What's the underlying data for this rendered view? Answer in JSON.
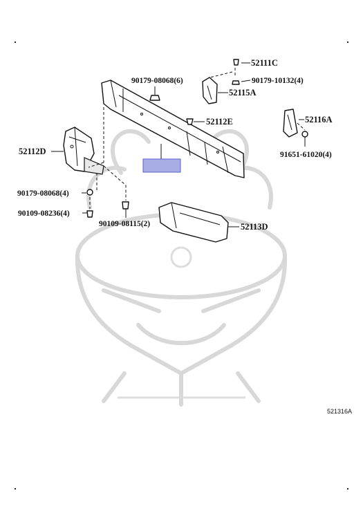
{
  "diagram": {
    "reference_code": "521316A",
    "colors": {
      "highlight": "#9a9fe0",
      "line": "#111111",
      "watermark": "#d8d8d8"
    },
    "callouts": {
      "c52111C": "52111C",
      "c90179_10132": "90179-10132(4)",
      "c52115A": "52115A",
      "c90179_08068_6": "90179-08068(6)",
      "c52112E": "52112E",
      "c52116A": "52116A",
      "c91651": "91651-61020(4)",
      "c52112D": "52112D",
      "c90179_08068_4": "90179-08068(4)",
      "c90109_08236": "90109-08236(4)",
      "c90109_08115": "90109-08115(2)",
      "c52113D": "52113D"
    }
  }
}
